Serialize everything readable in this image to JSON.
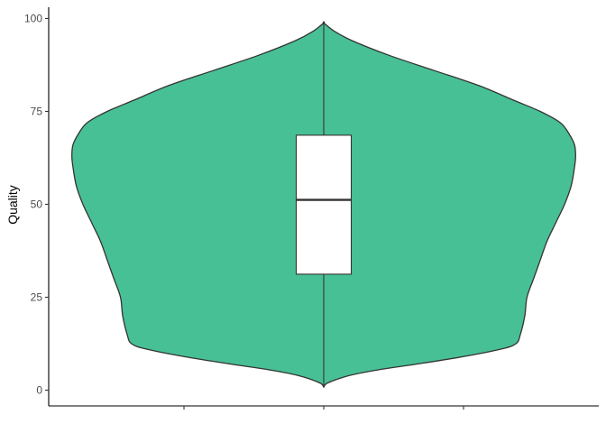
{
  "chart_data": {
    "type": "violin",
    "ylabel": "Quality",
    "xlabel": "",
    "ylim": [
      -4,
      100
    ],
    "y_ticks": [
      0,
      25,
      50,
      75,
      100
    ],
    "y_tick_labels": [
      "0",
      "25",
      "50",
      "75",
      "100"
    ],
    "x_ticks": [
      "",
      "",
      ""
    ],
    "grid": false,
    "legend": "none",
    "violin": {
      "fill": "#48c095",
      "outline": "#333333",
      "density_profile": [
        {
          "y": 0.8,
          "w": 0.0
        },
        {
          "y": 2.0,
          "w": 0.02
        },
        {
          "y": 4.0,
          "w": 0.12
        },
        {
          "y": 5.5,
          "w": 0.25
        },
        {
          "y": 7.0,
          "w": 0.42
        },
        {
          "y": 9.0,
          "w": 0.63
        },
        {
          "y": 11.0,
          "w": 0.8
        },
        {
          "y": 12.5,
          "w": 0.87
        },
        {
          "y": 15.0,
          "w": 0.89
        },
        {
          "y": 20.0,
          "w": 0.91
        },
        {
          "y": 25.0,
          "w": 0.92
        },
        {
          "y": 30.0,
          "w": 0.95
        },
        {
          "y": 35.0,
          "w": 0.98
        },
        {
          "y": 40.0,
          "w": 1.01
        },
        {
          "y": 45.0,
          "w": 1.05
        },
        {
          "y": 50.0,
          "w": 1.09
        },
        {
          "y": 55.0,
          "w": 1.12
        },
        {
          "y": 60.0,
          "w": 1.135
        },
        {
          "y": 63.0,
          "w": 1.14
        },
        {
          "y": 66.0,
          "w": 1.135
        },
        {
          "y": 69.0,
          "w": 1.11
        },
        {
          "y": 72.0,
          "w": 1.07
        },
        {
          "y": 75.0,
          "w": 0.98
        },
        {
          "y": 78.0,
          "w": 0.86
        },
        {
          "y": 82.0,
          "w": 0.7
        },
        {
          "y": 86.0,
          "w": 0.5
        },
        {
          "y": 90.0,
          "w": 0.3
        },
        {
          "y": 94.0,
          "w": 0.13
        },
        {
          "y": 96.5,
          "w": 0.05
        },
        {
          "y": 98.8,
          "w": 0.0
        }
      ]
    },
    "boxplot": {
      "q1": 31.2,
      "median": 51.2,
      "q3": 68.6,
      "whisker_low": 0.8,
      "whisker_high": 98.8,
      "fill": "#ffffff",
      "outline": "#333333"
    }
  }
}
